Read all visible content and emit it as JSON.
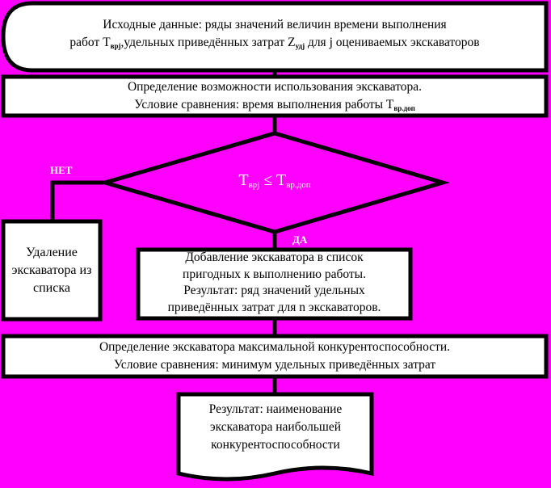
{
  "start": {
    "line1": "Исходные данные: ряды значений величин времени выполнения",
    "line2_a": "работ T",
    "line2_sub1": "врj",
    "line2_b": ",удельных приведённых затрат Z",
    "line2_sub2": "удj",
    "line2_c": " для j оцениваемых экскаваторов"
  },
  "step1": {
    "line1": "Определение возможности использования экскаватора.",
    "line2": "Условие сравнения: время выполнения работы T",
    "line2_sub": "вр.доп"
  },
  "decision": {
    "a": "T",
    "sub1": "врj",
    "op": " ≤ T",
    "sub2": "вр.доп"
  },
  "labels": {
    "no": "НЕТ",
    "yes": "ДА"
  },
  "remove": {
    "text": "Удаление экскаватора из списка"
  },
  "add": {
    "line1": "Добавление экскаватора в список",
    "line2": "пригодных к выполнению работы.",
    "line3": "Результат: ряд значений удельных",
    "line4": "приведённых затрат для n экскаваторов."
  },
  "step2": {
    "line1": "Определение экскаватора максимальной конкурентоспособности.",
    "line2": "Условие сравнения: минимум удельных приведённых затрат"
  },
  "result": {
    "text": "Результат: наименование экскаватора наибольшей конкурентоспособности"
  }
}
